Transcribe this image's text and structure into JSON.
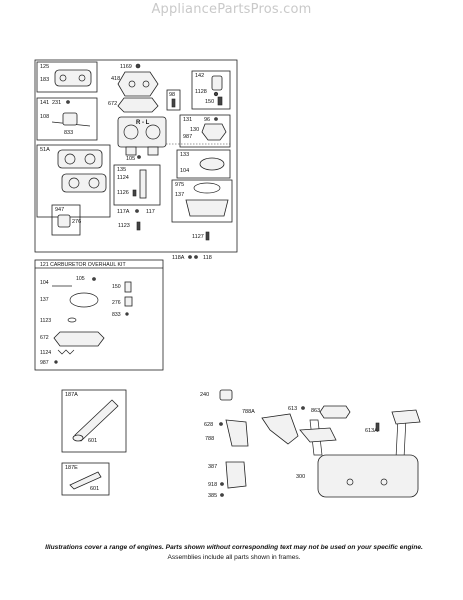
{
  "watermark": "AppliancePartsPros.com",
  "footer": {
    "line1": "Illustrations cover a range of engines. Parts shown without corresponding text may not be used on your specific engine.",
    "line2": "Assemblies include all parts shown in frames."
  },
  "labels": {
    "frame_125": "125",
    "p183": "183",
    "p1169": "1169",
    "p418": "418",
    "frame_142": "142",
    "p1128": "1128",
    "p150": "150",
    "p98": "98",
    "frame_141": "141",
    "p231": "231",
    "p672": "672",
    "p108": "108",
    "p833": "833",
    "frame_131": "131",
    "p96": "96",
    "p130": "130",
    "p987": "987",
    "frame_51A": "51A",
    "p105": "105",
    "frame_133": "133",
    "p104": "104",
    "frame_135": "135",
    "p1124": "1124",
    "frame_975": "975",
    "p137": "137",
    "p1126": "1126",
    "frame_947": "947",
    "p276": "276",
    "p117A": "117A",
    "p117": "117",
    "p1123": "1123",
    "p1127": "1127",
    "p118A": "118A",
    "p118": "118",
    "kit_title": "121 CARBURETOR OVERHAUL KIT",
    "k104": "104",
    "k105": "105",
    "k150": "150",
    "k137": "137",
    "k276": "276",
    "k833": "833",
    "k1123": "1123",
    "k672": "672",
    "k1124": "1124",
    "k987": "987",
    "frame_187A": "187A",
    "p601a": "601",
    "frame_187E": "187E",
    "p601b": "601",
    "p240": "240",
    "p788A": "788A",
    "p613": "613",
    "p863": "863",
    "p628": "628",
    "p788": "788",
    "p613A": "613A",
    "p387": "387",
    "p300": "300",
    "p918": "918",
    "p385": "385"
  }
}
